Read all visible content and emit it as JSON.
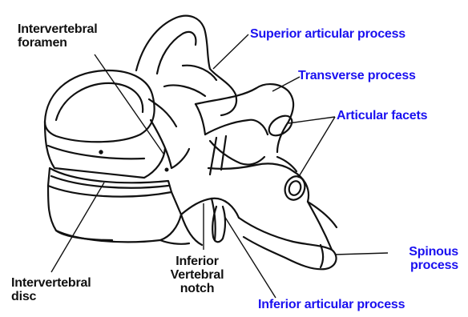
{
  "colors": {
    "outline": "#111111",
    "anatomical_label": "#111111",
    "structure_label": "#1a10f0",
    "background": "#ffffff"
  },
  "labels": {
    "intervertebral_foramen": [
      "Intervertebral",
      "foramen"
    ],
    "superior_articular_process": "Superior articular process",
    "transverse_process": "Transverse process",
    "articular_facets": "Articular facets",
    "spinous_process": [
      "Spinous",
      "process"
    ],
    "inferior_articular_process": "Inferior articular process",
    "inferior_vertebral_notch": [
      "Inferior",
      "Vertebral",
      "notch"
    ],
    "intervertebral_disc": [
      "Intervertebral",
      "disc"
    ]
  }
}
